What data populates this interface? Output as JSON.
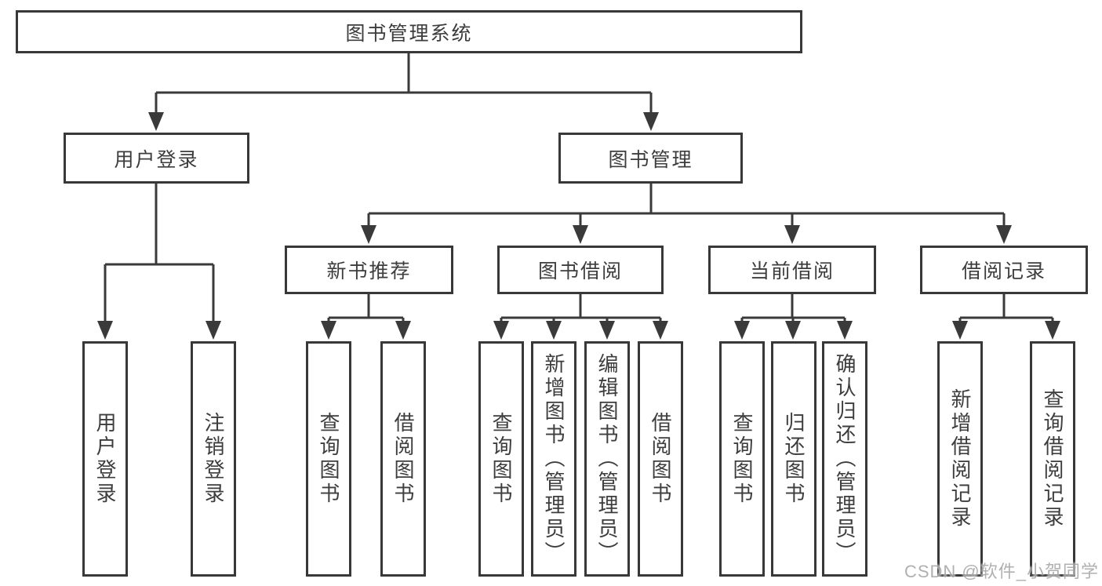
{
  "diagram": {
    "type": "hierarchy-tree",
    "title": "图书管理系统",
    "children": [
      {
        "label": "用户登录",
        "children": [
          {
            "label": "用户登录"
          },
          {
            "label": "注销登录"
          }
        ]
      },
      {
        "label": "图书管理",
        "children": [
          {
            "label": "新书推荐",
            "children": [
              {
                "label": "查询图书"
              },
              {
                "label": "借阅图书"
              }
            ]
          },
          {
            "label": "图书借阅",
            "children": [
              {
                "label": "查询图书"
              },
              {
                "label": "新增图书（管理员）"
              },
              {
                "label": "编辑图书（管理员）"
              },
              {
                "label": "借阅图书"
              }
            ]
          },
          {
            "label": "当前借阅",
            "children": [
              {
                "label": "查询图书"
              },
              {
                "label": "归还图书"
              },
              {
                "label": "确认归还（管理员）"
              }
            ]
          },
          {
            "label": "借阅记录",
            "children": [
              {
                "label": "新增借阅记录"
              },
              {
                "label": "查询借阅记录"
              }
            ]
          }
        ]
      }
    ]
  },
  "watermark": {
    "text": "CSDN @软件_小贺同学"
  },
  "colors": {
    "line": "#3a3a3a",
    "border": "#383838",
    "text": "#3d3d3d",
    "background": "#ffffff",
    "watermark": "#a8a8a8"
  }
}
